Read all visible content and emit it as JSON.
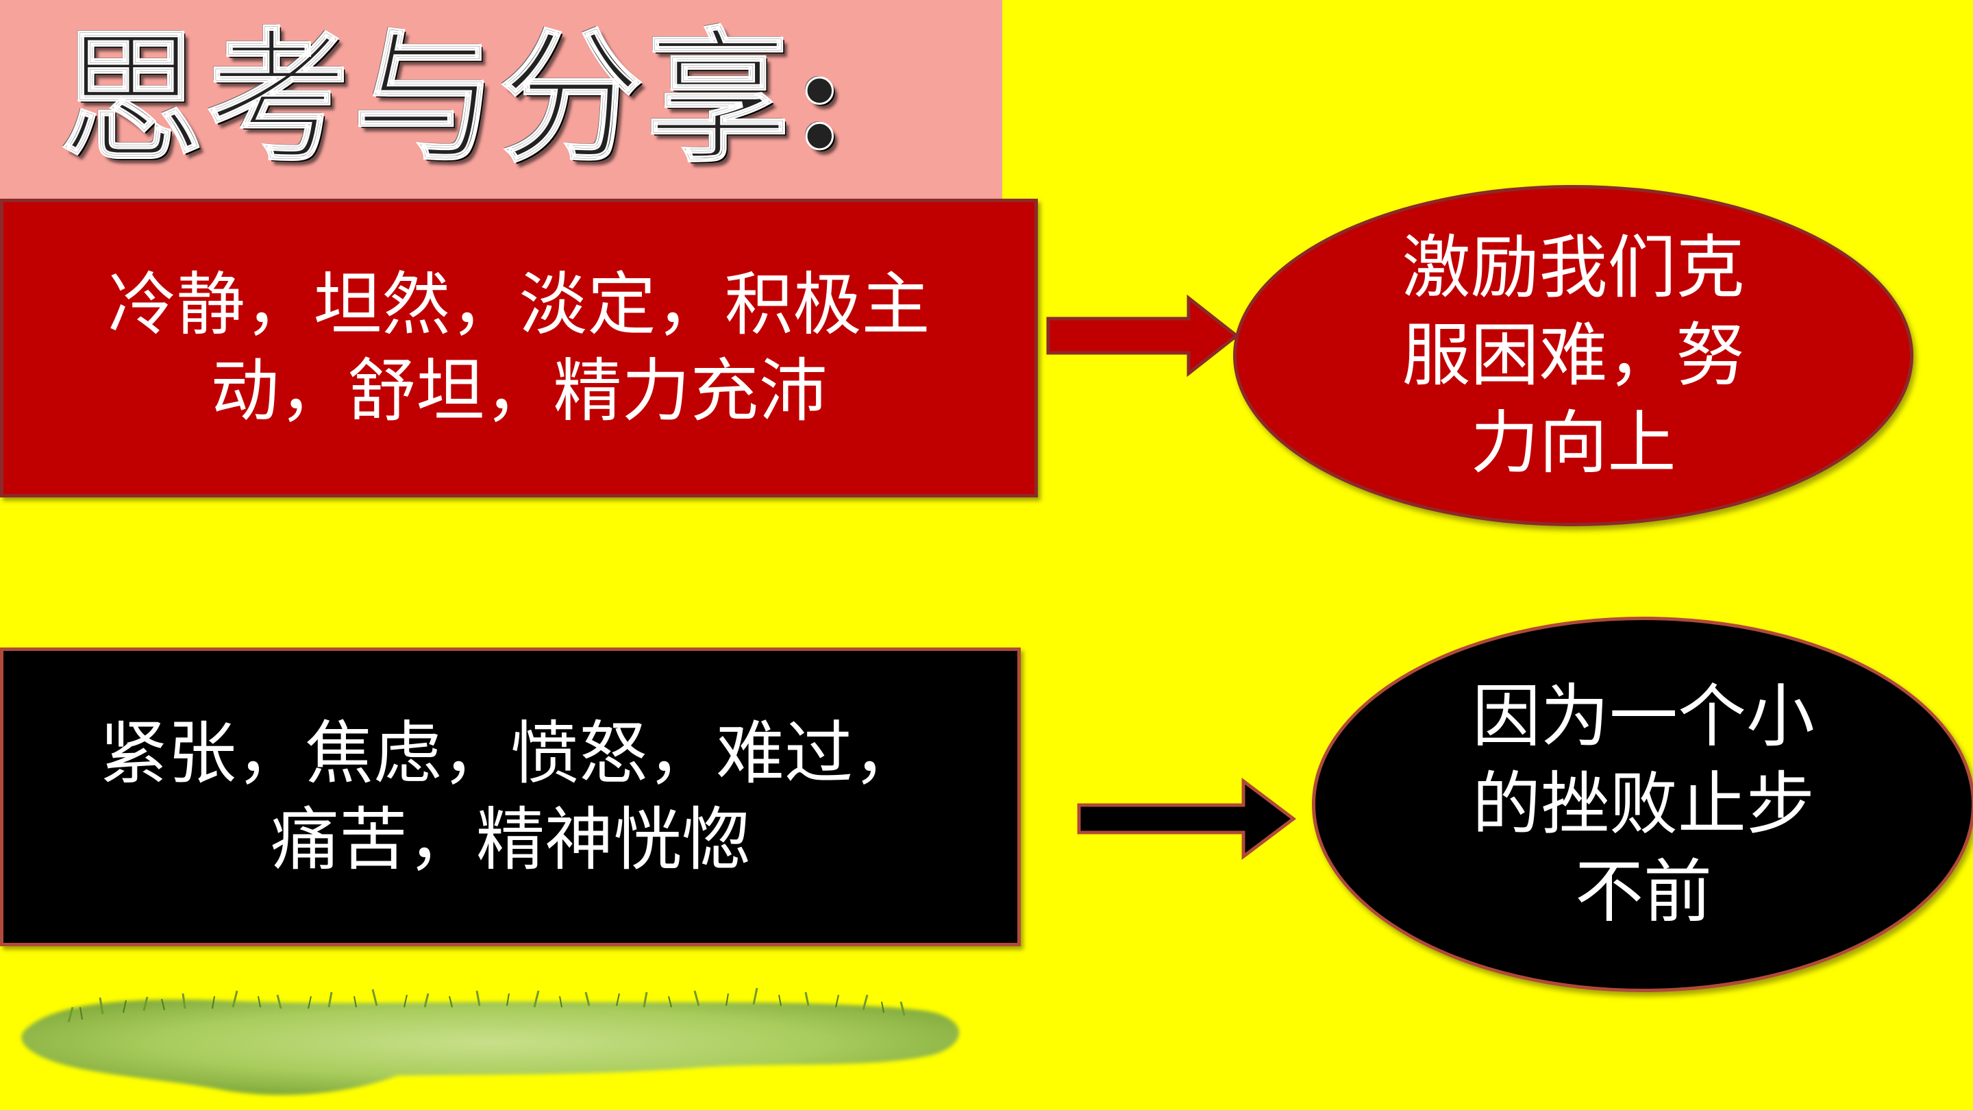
{
  "title": "思考与分享:",
  "positive": {
    "box_text": "冷静，坦然，淡定，积极主\n动，舒坦，精力充沛",
    "oval_text": "激励我们克\n服困难，努\n力向上"
  },
  "negative": {
    "box_text": "紧张，焦虑，愤怒，难过，\n痛苦，精神恍惚",
    "oval_text": "因为一个小\n的挫败止步\n不前"
  },
  "colors": {
    "background": "#ffff00",
    "title_band": "#f6a39c",
    "positive_fill": "#c00000",
    "negative_fill": "#000000",
    "text": "#ffffff"
  }
}
